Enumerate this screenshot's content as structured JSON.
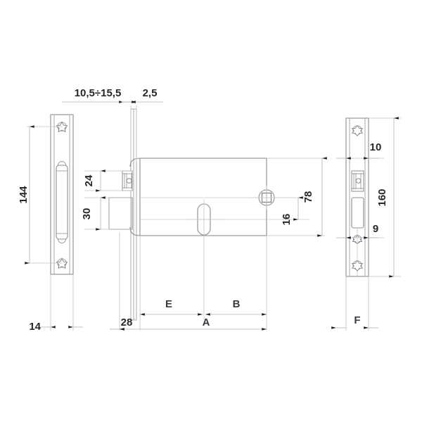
{
  "drawing": {
    "title": "Mortise Lock Technical Drawing",
    "type": "engineering-dimension-drawing",
    "background_color": "#ffffff",
    "line_color": "#8c8c92",
    "dimension_line_color": "#b4b4ba",
    "text_color": "#26262b",
    "label_color": "#3a3a40"
  },
  "dimensions": {
    "top_backset_range": "10,5÷15,5",
    "faceplate_thickness": "2,5",
    "faceplate_height_left": "144",
    "latch_upper_offset": "24",
    "latch_lower_offset": "30",
    "body_height": "78",
    "keyhole_to_spindle": "16",
    "faceplate_width_left": "14",
    "body_offset_from_faceplate": "28",
    "strike_edge_offset": "10",
    "strike_plate_height": "160",
    "strike_lower_offset": "9"
  },
  "variable_labels": {
    "distance_e": "E",
    "distance_b": "B",
    "overall_a": "A",
    "width_f": "F"
  },
  "views": {
    "left": {
      "name": "faceplate-front-view",
      "features": [
        "upper-screw-hole",
        "latch-slot",
        "lower-screw-hole"
      ]
    },
    "center": {
      "name": "lock-body-side-view",
      "features": [
        "faceplate",
        "latch-bolt",
        "deadbolt",
        "keyhole",
        "square-spindle-hole",
        "lock-case"
      ]
    },
    "right": {
      "name": "strike-plate-view",
      "features": [
        "upper-screw-hole",
        "latch-opening",
        "bolt-opening",
        "center-screw-hole",
        "lower-screw-hole"
      ]
    }
  },
  "icons": {
    "screw_hole": "star-rosette-screw-hole",
    "keyhole": "oval-keyhole",
    "spindle": "square-spindle-hole"
  }
}
